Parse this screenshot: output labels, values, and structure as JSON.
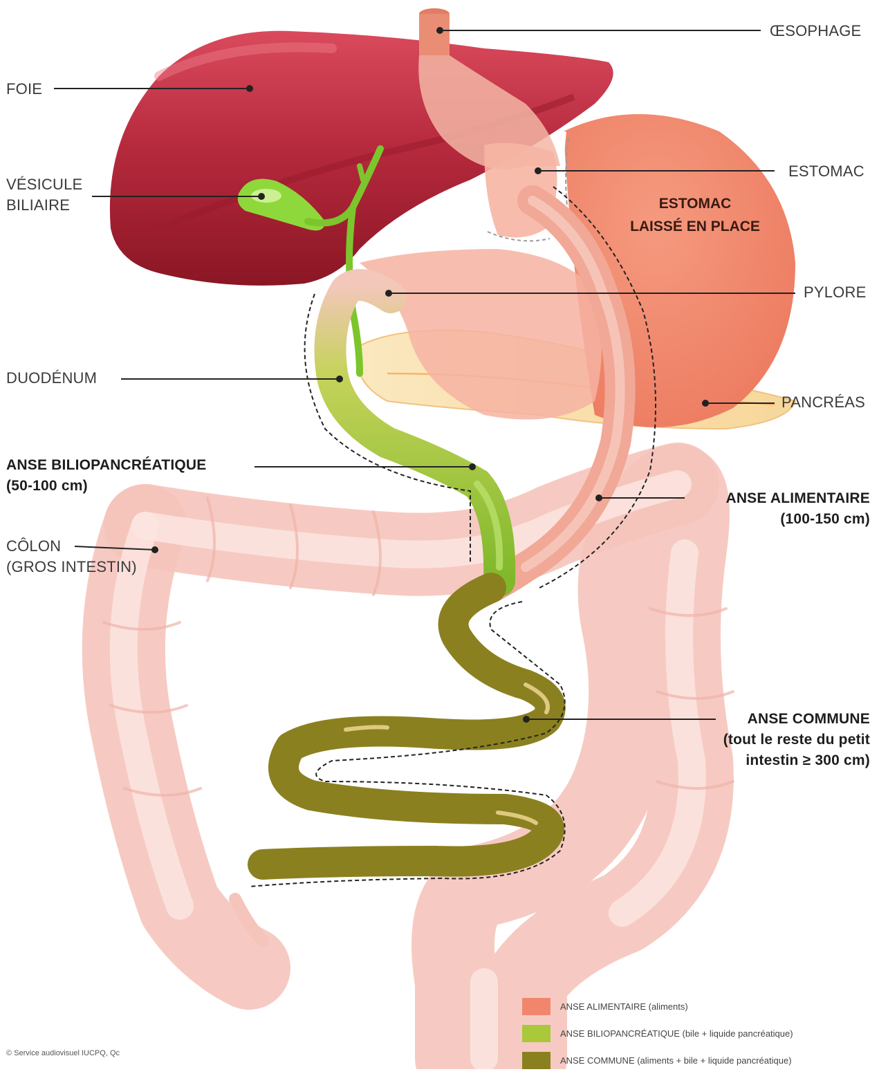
{
  "colors": {
    "liver": "#b5283d",
    "gallbladder": "#7ecf2a",
    "stomach": "#f0876c",
    "colon": "#f8d4cd",
    "alimentary_loop": "#f0876c",
    "biliopancreatic_loop": "#a9c83a",
    "common_loop": "#8b8020",
    "pancreas": "#fbe6b4"
  },
  "labels": {
    "oesophage": "ŒSOPHAGE",
    "foie": "FOIE",
    "vesicule_line1": "VÉSICULE",
    "vesicule_line2": "BILIAIRE",
    "estomac": "ESTOMAC",
    "estomac_place_line1": "ESTOMAC",
    "estomac_place_line2": "LAISSÉ EN PLACE",
    "pylore": "PYLORE",
    "duodenum": "DUODÉNUM",
    "pancreas": "PANCRÉAS",
    "anse_bilio_line1": "ANSE BILIOPANCRÉATIQUE",
    "anse_bilio_line2": "(50-100 cm)",
    "anse_alim_line1": "ANSE ALIMENTAIRE",
    "anse_alim_line2": "(100-150 cm)",
    "colon_line1": "CÔLON",
    "colon_line2": "(GROS INTESTIN)",
    "anse_commune_line1": "ANSE COMMUNE",
    "anse_commune_line2": "(tout le reste du petit",
    "anse_commune_line3": "intestin ≥ 300 cm)"
  },
  "legend": [
    {
      "label": "ANSE ALIMENTAIRE (aliments)",
      "color": "#f0876c"
    },
    {
      "label": "ANSE BILIOPANCRÉATIQUE (bile + liquide pancréatique)",
      "color": "#a9c83a"
    },
    {
      "label": "ANSE COMMUNE (aliments + bile + liquide pancréatique)",
      "color": "#8b8020"
    }
  ],
  "credit": "© Service audiovisuel IUCPQ, Qc"
}
